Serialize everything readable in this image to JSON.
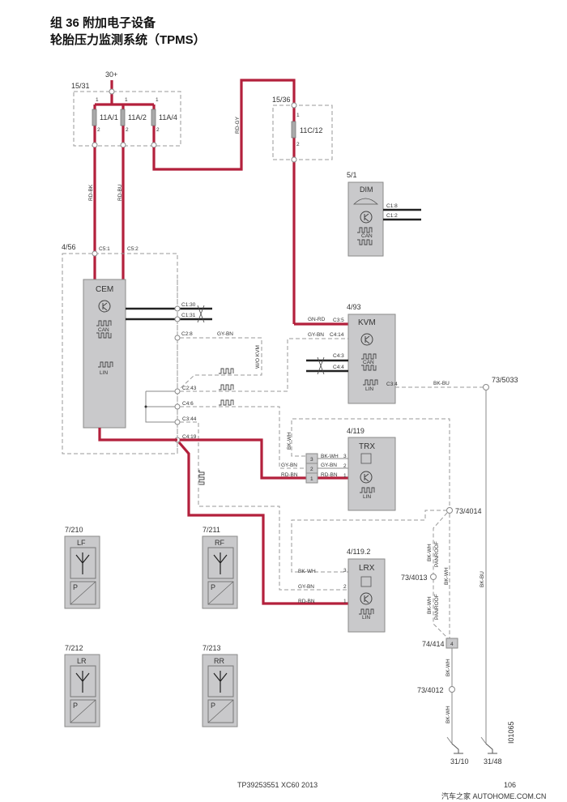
{
  "header": {
    "line1": "组 36 附加电子设备",
    "line2": "轮胎压力监测系统（TPMS）"
  },
  "power": {
    "supply": "30+"
  },
  "fusebox_a": {
    "id": "15/31",
    "fuses": [
      "11A/1",
      "11A/2",
      "11A/4"
    ],
    "pin1": "1",
    "pin2": "2"
  },
  "fusebox_c": {
    "id": "15/36",
    "fuse": "11C/12",
    "pin1": "1",
    "pin2": "2"
  },
  "wires": {
    "rd_bk": "RD-BK",
    "rd_bu": "RD-BU",
    "rd_gy": "RD-GY",
    "gn_rd": "GN-RD",
    "gy_bn": "GY-BN",
    "bk_wh": "BK-WH",
    "rd_bn": "RD-BN",
    "bk_bu": "BK-BU",
    "panroof": "PANROOF",
    "wo_kvm": "W/O KVM"
  },
  "cem": {
    "id": "4/56",
    "name": "CEM",
    "can": "CAN",
    "lin": "LIN",
    "pins_top": [
      "C5:1",
      "C5:2"
    ],
    "pins_right": [
      "C1:30",
      "C1:31",
      "C2:8",
      "C2:43",
      "C4:6",
      "C3:44",
      "C4:19"
    ]
  },
  "dim": {
    "id": "5/1",
    "name": "DIM",
    "can": "CAN",
    "pins": [
      "C1:8",
      "C1:2"
    ]
  },
  "kvm": {
    "id": "4/93",
    "name": "KVM",
    "can": "CAN",
    "lin": "LIN",
    "pins": [
      "C3:5",
      "C4:14",
      "C4:3",
      "C4:4",
      "C3:4"
    ]
  },
  "trx": {
    "id": "4/119",
    "name": "TRX",
    "lin": "LIN",
    "pins": [
      "3",
      "2",
      "1"
    ]
  },
  "lrx": {
    "id": "4/119.2",
    "name": "LRX",
    "lin": "LIN",
    "pins": [
      "3",
      "2",
      "1"
    ]
  },
  "connector": {
    "pins": [
      "3",
      "2",
      "1"
    ]
  },
  "splices": {
    "s5033": "73/5033",
    "s4014": "73/4014",
    "s4013": "73/4013",
    "s4012": "73/4012",
    "c414": "74/414",
    "c414_pin": "4"
  },
  "grounds": {
    "g1": "31/10",
    "g2": "31/48"
  },
  "sensors": [
    {
      "id": "7/210",
      "name": "LF",
      "p": "P"
    },
    {
      "id": "7/211",
      "name": "RF",
      "p": "P"
    },
    {
      "id": "7/212",
      "name": "LR",
      "p": "P"
    },
    {
      "id": "7/213",
      "name": "RR",
      "p": "P"
    }
  ],
  "diagram_code": "I01065",
  "footer": {
    "doc": "TP39253551 XC60 2013",
    "page": "106",
    "watermark": "汽车之家  AUTOHOME.COM.CN"
  }
}
